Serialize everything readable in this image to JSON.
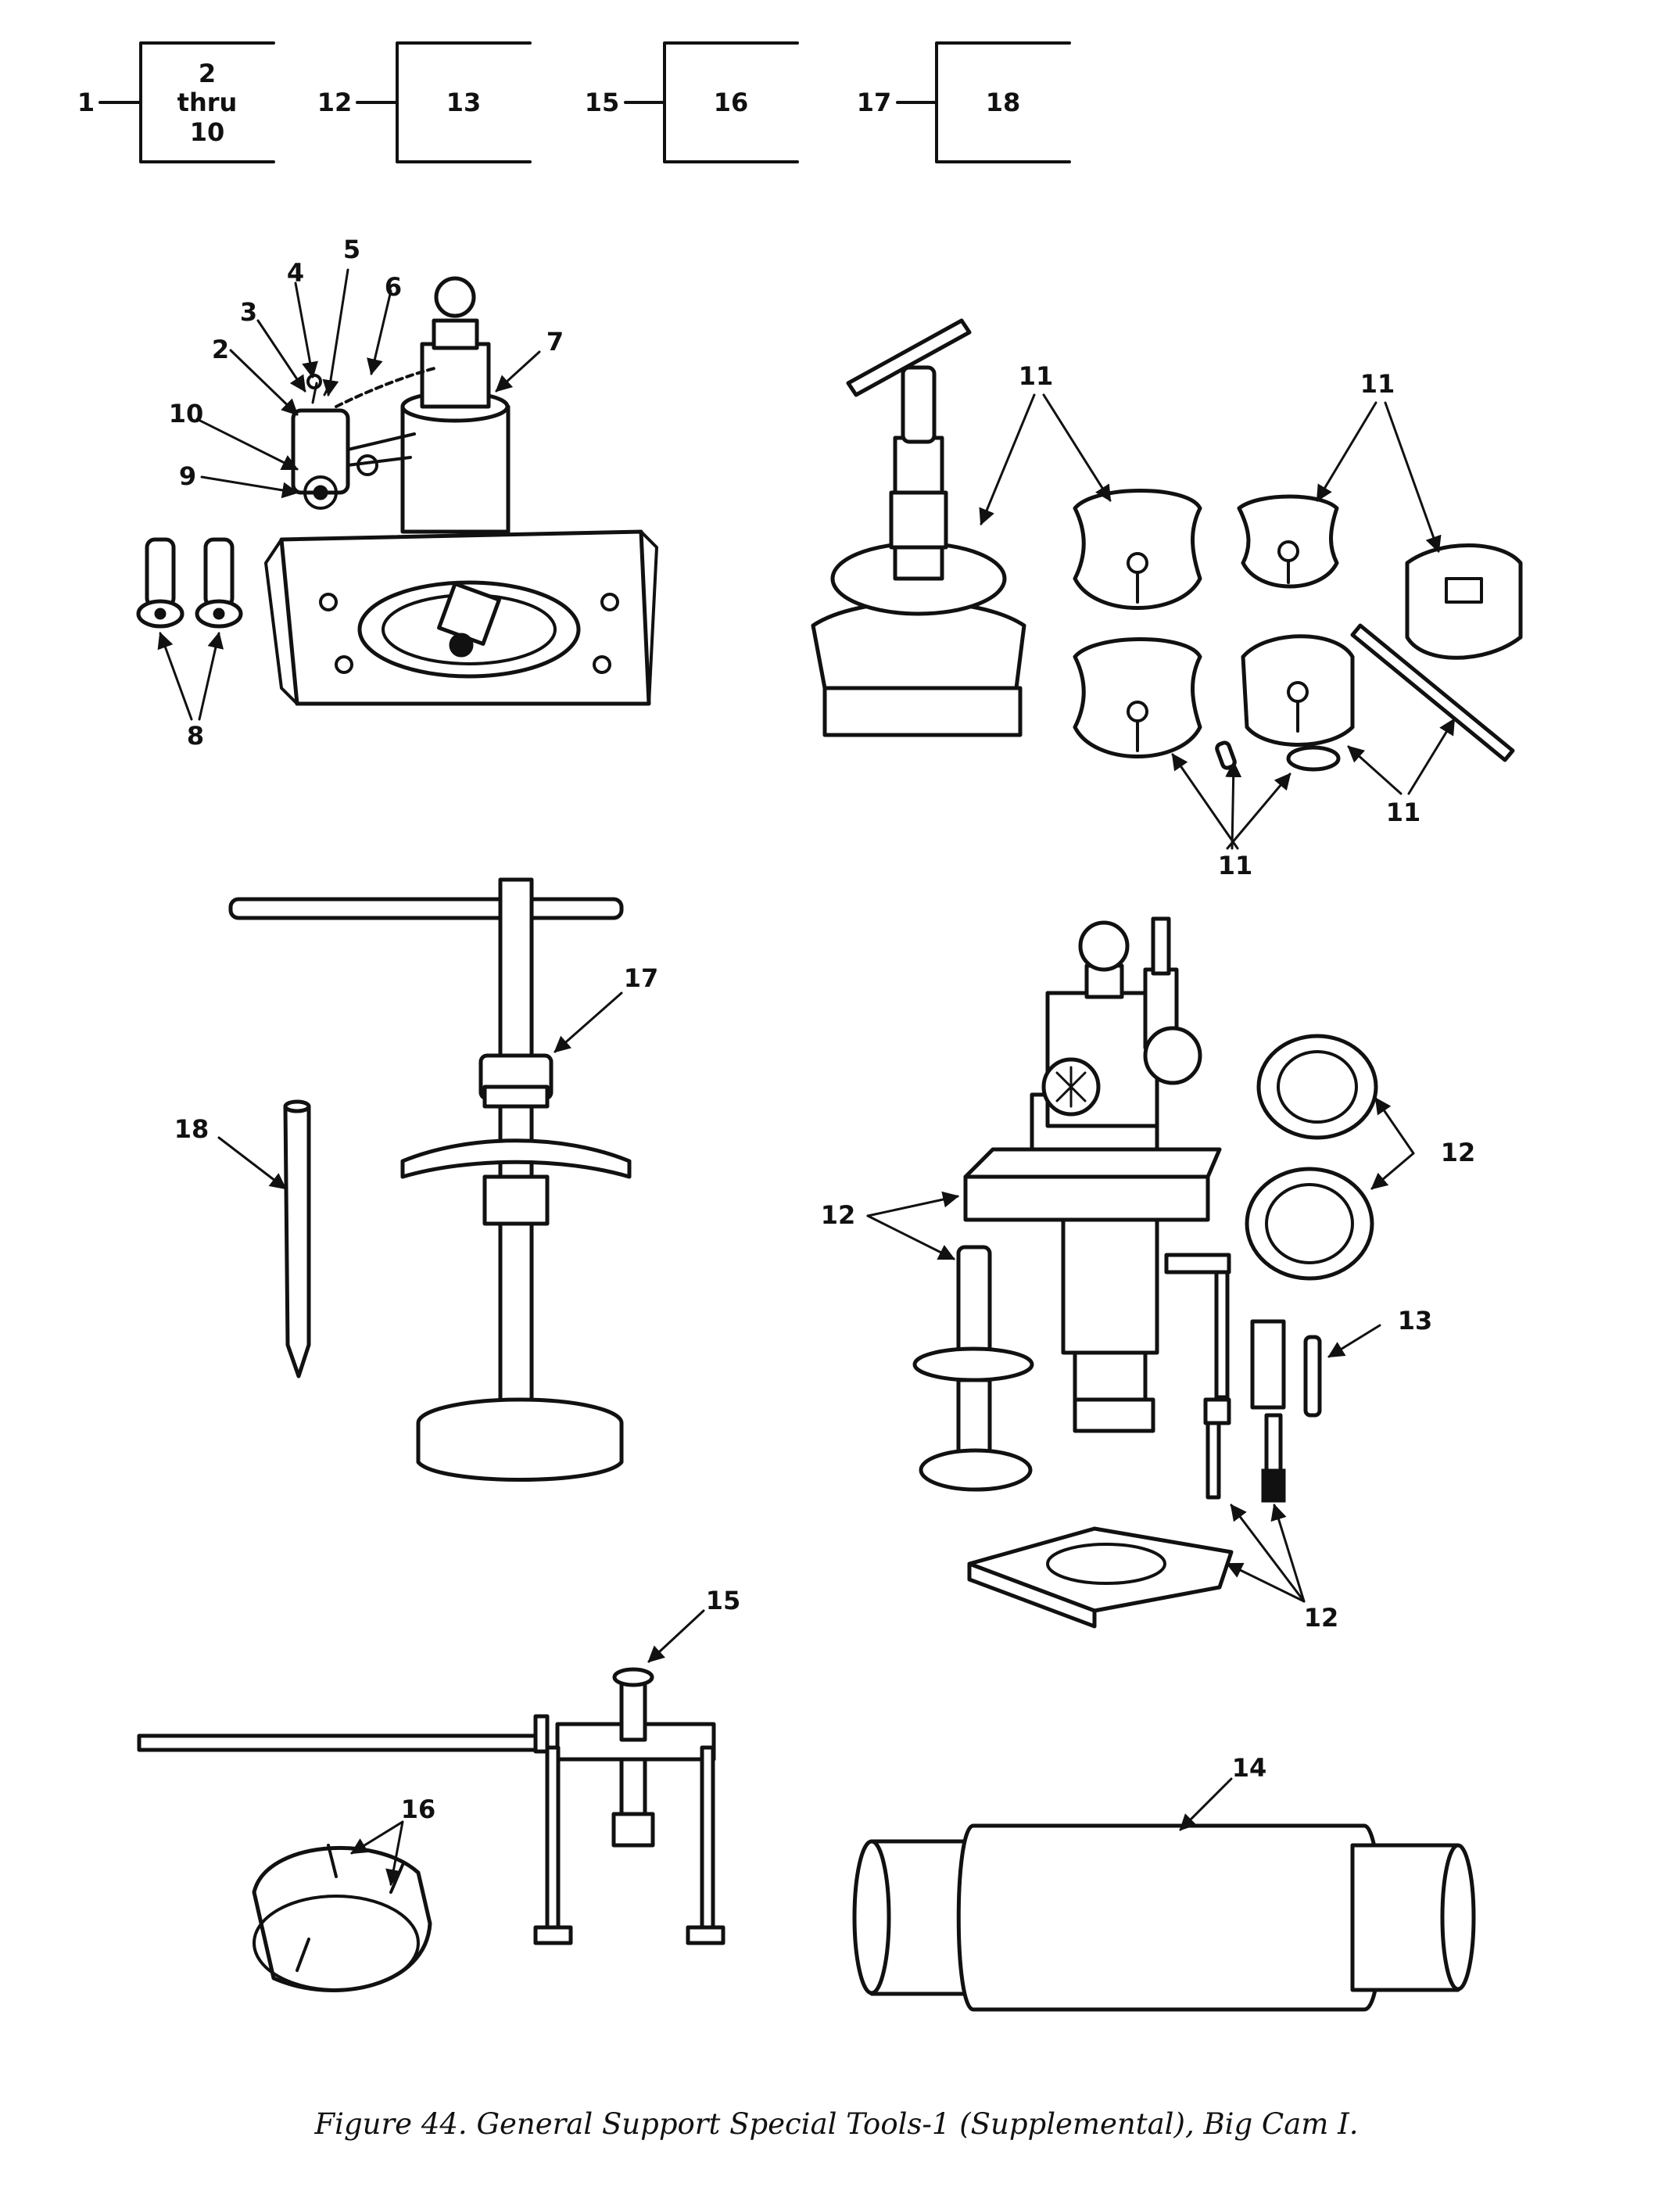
{
  "key_diagram": {
    "groups": [
      {
        "lead": "1",
        "box_lines": [
          "2",
          "thru",
          "10"
        ]
      },
      {
        "lead": "12",
        "box_lines": [
          "13"
        ]
      },
      {
        "lead": "15",
        "box_lines": [
          "16"
        ]
      },
      {
        "lead": "17",
        "box_lines": [
          "18"
        ]
      }
    ]
  },
  "callouts": {
    "c2": "2",
    "c3": "3",
    "c4": "4",
    "c5": "5",
    "c6": "6",
    "c7": "7",
    "c8": "8",
    "c9": "9",
    "c10": "10",
    "c11a": "11",
    "c11b": "11",
    "c11c": "11",
    "c11d": "11",
    "c12a": "12",
    "c12b": "12",
    "c12c": "12",
    "c13": "13",
    "c14": "14",
    "c15": "15",
    "c16": "16",
    "c17": "17",
    "c18": "18"
  },
  "caption": "Figure 44. General Support Special Tools-1 (Supplemental), Big Cam I."
}
